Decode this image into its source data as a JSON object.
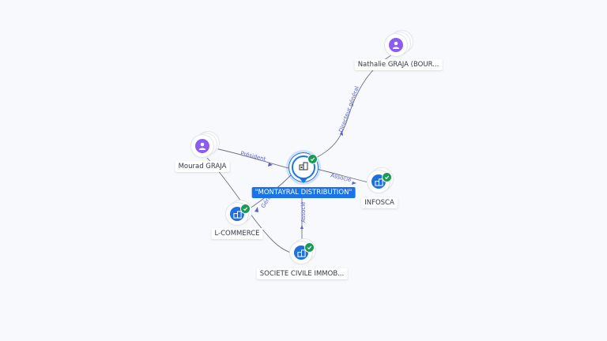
{
  "nodes": {
    "main": {
      "label": "\"MONTAYRAL DISTRIBUTION\""
    },
    "nathalie": {
      "label": "Nathalie GRAJA (BOUR..."
    },
    "mourad": {
      "label": "Mourad GRAJA"
    },
    "infosca": {
      "label": "INFOSCA"
    },
    "lcommerce": {
      "label": "L-COMMERCE"
    },
    "sci": {
      "label": "SOCIETE CIVILE IMMOB..."
    }
  },
  "edges": {
    "directeur_general": "Directeur général",
    "president": "Président",
    "associe_infosca": "Associé",
    "associe_sci": "Associé",
    "gerant_lcommerce": "Gérant"
  },
  "colors": {
    "background": "#f7f9fc",
    "person": "#8a5cf0",
    "company": "#1f6fdc",
    "main_node": "#1a73e8",
    "verified": "#1a9a55",
    "edge_label": "#5a5fcf"
  },
  "icons": {
    "person": "person-icon",
    "company": "building-icon",
    "verified": "check-icon"
  }
}
